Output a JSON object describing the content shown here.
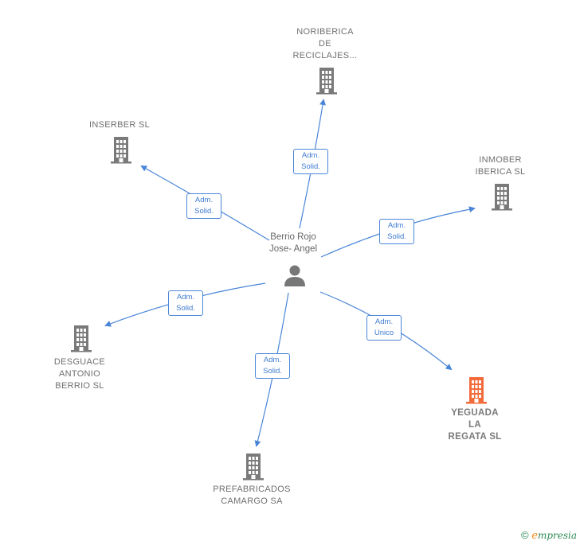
{
  "center": {
    "label": "Berrio Rojo\nJose- Angel",
    "icon": "person-icon"
  },
  "nodes": [
    {
      "id": "noriberica",
      "label": "NORIBERICA\nDE\nRECICLAJES...",
      "icon": "building-icon",
      "color": "#7a7a7a",
      "highlight": false
    },
    {
      "id": "inserber",
      "label": "INSERBER  SL",
      "icon": "building-icon",
      "color": "#7a7a7a",
      "highlight": false
    },
    {
      "id": "inmober",
      "label": "INMOBER\nIBERICA  SL",
      "icon": "building-icon",
      "color": "#7a7a7a",
      "highlight": false
    },
    {
      "id": "desguace",
      "label": "DESGUACE\nANTONIO\nBERRIO  SL",
      "icon": "building-icon",
      "color": "#7a7a7a",
      "highlight": false
    },
    {
      "id": "prefabricados",
      "label": "PREFABRICADOS\nCAMARGO SA",
      "icon": "building-icon",
      "color": "#7a7a7a",
      "highlight": false
    },
    {
      "id": "yeguada",
      "label": "YEGUADA\nLA\nREGATA  SL",
      "icon": "building-icon",
      "color": "#f26b3a",
      "highlight": true
    }
  ],
  "edges": [
    {
      "target": "noriberica",
      "label": "Adm.\nSolid."
    },
    {
      "target": "inserber",
      "label": "Adm.\nSolid."
    },
    {
      "target": "inmober",
      "label": "Adm.\nSolid."
    },
    {
      "target": "desguace",
      "label": "Adm.\nSolid."
    },
    {
      "target": "prefabricados",
      "label": "Adm.\nSolid."
    },
    {
      "target": "yeguada",
      "label": "Adm.\nUnico"
    }
  ],
  "brand": {
    "copyright": "©",
    "e": "e",
    "rest": "mpresia"
  },
  "colors": {
    "edge": "#4a86d8",
    "node": "#7a7a7a",
    "highlight": "#f26b3a"
  }
}
